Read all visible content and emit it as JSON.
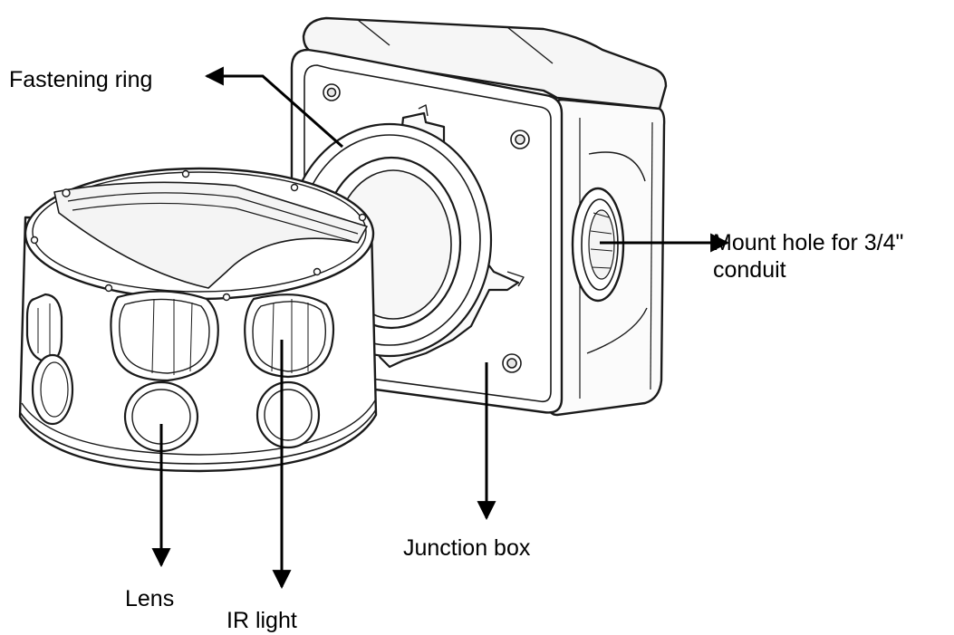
{
  "labels": {
    "fastening_ring": "Fastening ring",
    "mount_hole_line1": "Mount hole for 3/4\"",
    "mount_hole_line2": "conduit",
    "junction_box": "Junction box",
    "lens": "Lens",
    "ir_light": "IR light"
  },
  "colors": {
    "line": "#1a1a1a",
    "arrow": "#000000",
    "fill": "#ffffff",
    "shade": "#f2f2f2"
  }
}
